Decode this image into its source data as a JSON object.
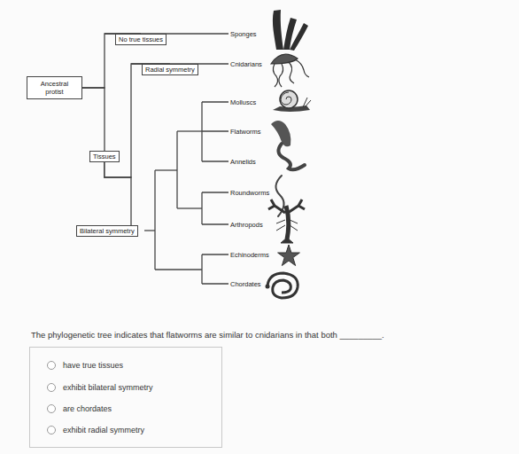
{
  "diagram": {
    "nodes": [
      {
        "text": [
          "Ancestral protist"
        ]
      },
      {
        "text": [
          "No true tissues"
        ]
      },
      {
        "text": [
          "Radial symmetry"
        ]
      },
      {
        "text": [
          "Tissues"
        ]
      },
      {
        "text": [
          "Bilateral symmetry"
        ]
      },
      {
        "text": [
          "have true tissues",
          "exhibit bilateral symmetry",
          "are chordates",
          "exhibit radial symmetry"
        ]
      }
    ],
    "edges": [
      {
        "from": 0,
        "to": 1,
        "arrow": "none"
      },
      {
        "from": 0,
        "to": 3,
        "arrow": "none"
      },
      {
        "from": 3,
        "to": 2,
        "arrow": "none"
      },
      {
        "from": 3,
        "to": 4,
        "arrow": "none"
      }
    ],
    "labels": [
      "Sponges",
      "Cnidarians",
      "Molluscs",
      "Flatworms",
      "Annelids",
      "Roundworms",
      "Arthropods",
      "Echinoderms",
      "Chordates",
      "The phylogenetic tree indicates that flatworms are similar to cnidarians in that both _________."
    ]
  }
}
